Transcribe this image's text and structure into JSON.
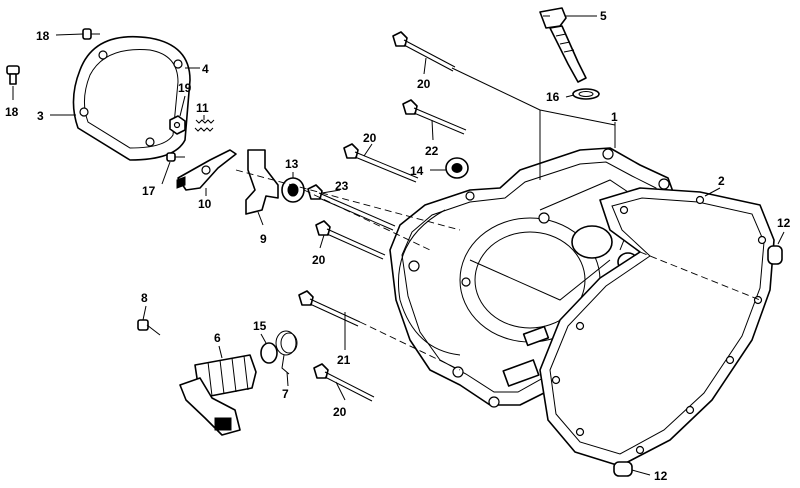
{
  "callouts": {
    "c1": "1",
    "c2": "2",
    "c3": "3",
    "c4": "4",
    "c5": "5",
    "c6": "6",
    "c7": "7",
    "c8": "8",
    "c9": "9",
    "c10": "10",
    "c11": "11",
    "c12a": "12",
    "c12b": "12",
    "c13": "13",
    "c14": "14",
    "c15": "15",
    "c16": "16",
    "c17": "17",
    "c18a": "18",
    "c18b": "18",
    "c19": "19",
    "c20a": "20",
    "c20b": "20",
    "c20c": "20",
    "c20d": "20",
    "c21": "21",
    "c22": "22",
    "c23": "23"
  }
}
